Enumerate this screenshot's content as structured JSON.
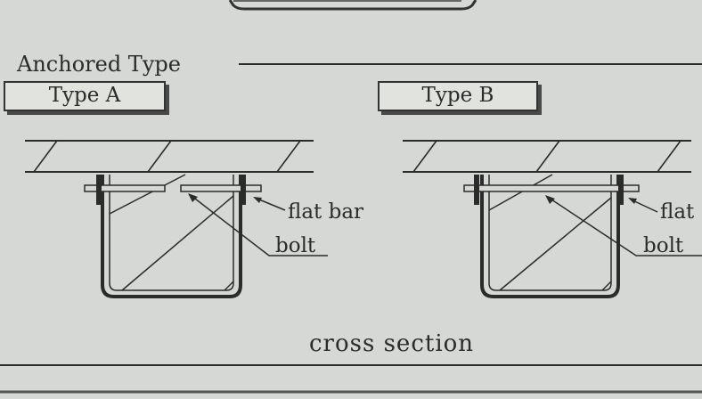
{
  "heading": "Anchored Type",
  "types": {
    "a": "Type A",
    "b": "Type B"
  },
  "labels": {
    "a_flat_bar": "flat bar",
    "a_bolt": "bolt",
    "b_flat_bar": "flat",
    "b_bolt": "bolt"
  },
  "caption": "cross section",
  "colors": {
    "paper": "#d6d8d5",
    "ink": "#2b2b2b"
  }
}
